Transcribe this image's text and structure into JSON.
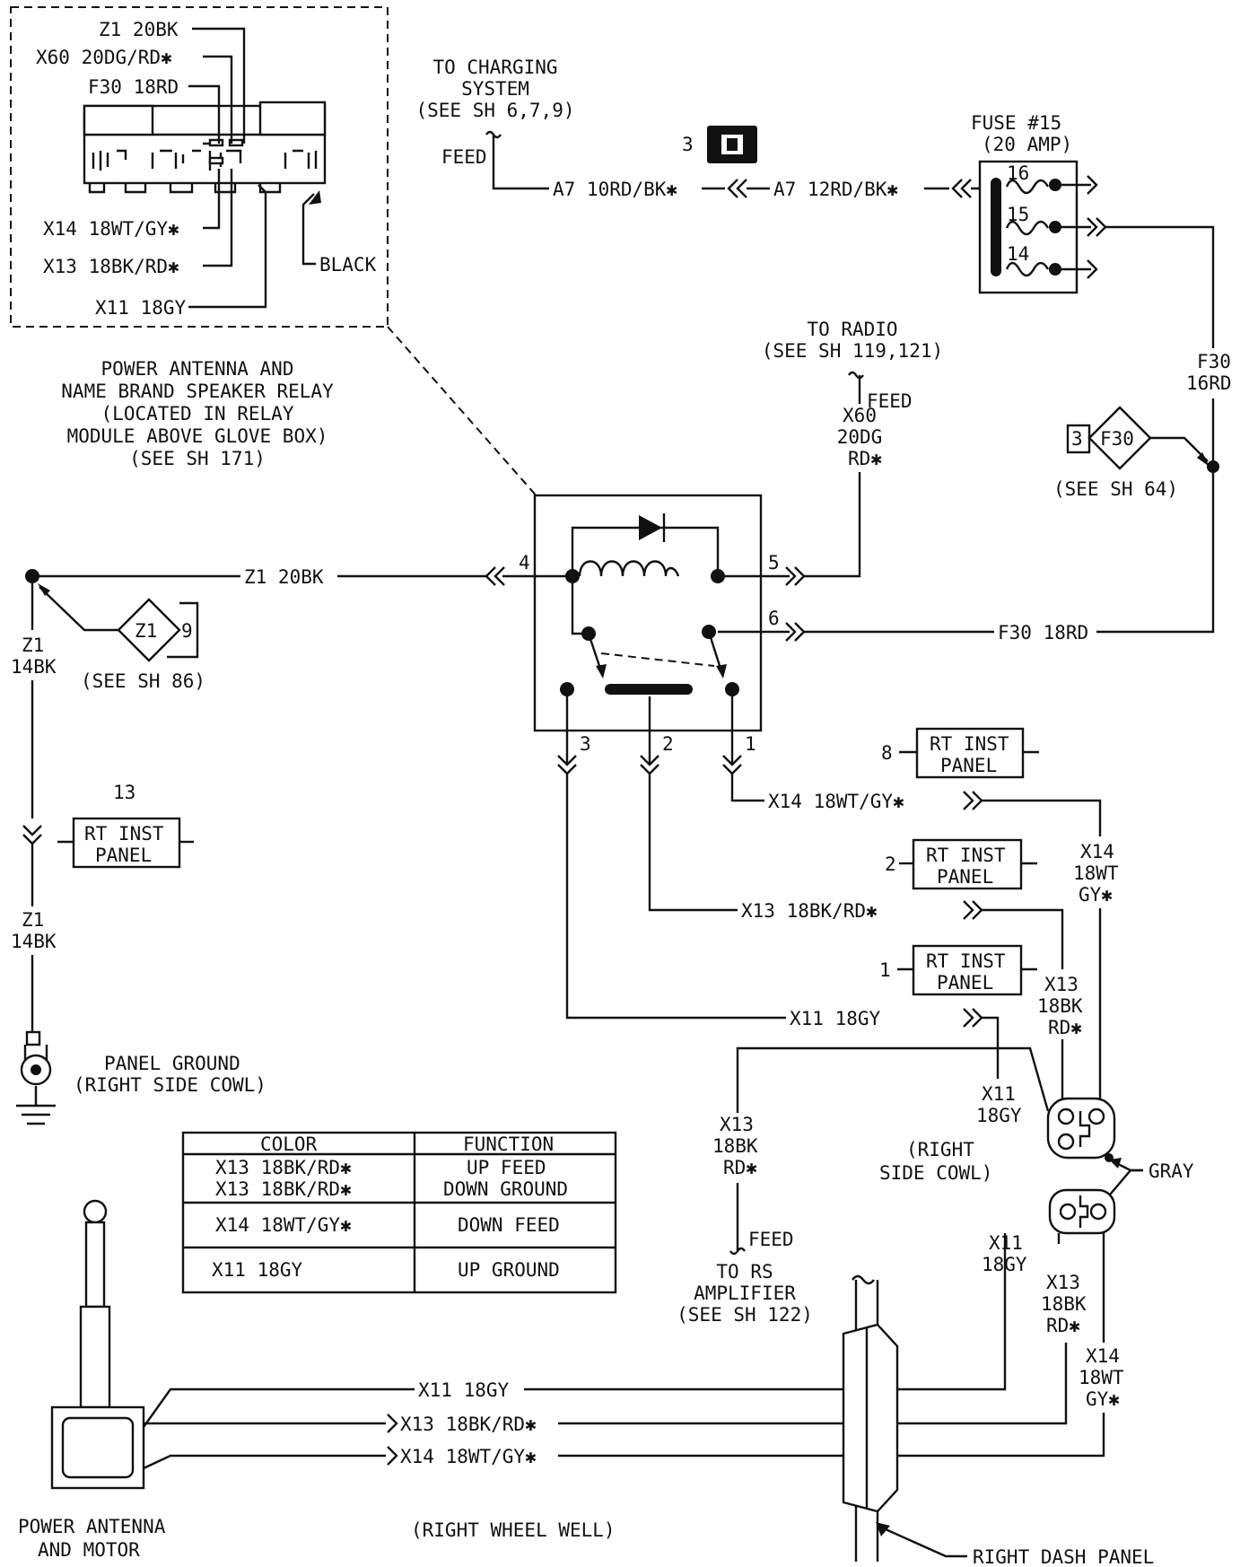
{
  "relay_inset": {
    "z1": "Z1 20BK",
    "x60": "X60 20DG/RD✱",
    "f30": "F30 18RD",
    "x14": "X14 18WT/GY✱",
    "x13": "X13 18BK/RD✱",
    "x11": "X11 18GY",
    "black": "BLACK"
  },
  "relay_caption": [
    "POWER ANTENNA AND",
    "NAME BRAND SPEAKER RELAY",
    "(LOCATED IN RELAY",
    "MODULE ABOVE GLOVE BOX)",
    "(SEE SH 171)"
  ],
  "charging": {
    "lines": [
      "TO CHARGING",
      "SYSTEM",
      "(SEE SH 6,7,9)"
    ],
    "feed": "FEED",
    "wire1": "A7 10RD/BK✱",
    "wire2": "A7 12RD/BK✱",
    "connector_num": "3"
  },
  "fuse": {
    "title": "FUSE #15",
    "rating": "(20 AMP)",
    "pins": [
      "16",
      "15",
      "14"
    ]
  },
  "radio": {
    "lines": [
      "TO RADIO",
      "(SEE SH 119,121)"
    ],
    "feed": "FEED",
    "wire": [
      "X60",
      "20DG",
      "RD✱"
    ]
  },
  "f30_right": [
    "F30",
    "16RD"
  ],
  "splice_f30": {
    "label": "F30",
    "num": "3",
    "ref": "(SEE SH 64)"
  },
  "relay_pins": {
    "p1": "1",
    "p2": "2",
    "p3": "3",
    "p4": "4",
    "p5": "5",
    "p6": "6"
  },
  "wires": {
    "z1_main": "Z1 20BK",
    "f30_main": "F30 18RD",
    "x14_main": "X14 18WT/GY✱",
    "x13_main": "X13 18BK/RD✱",
    "x11_main": "X11 18GY"
  },
  "ground": {
    "splice_label": "Z1",
    "splice_num": "9",
    "ref": "(SEE SH 86)",
    "wire_top": [
      "Z1",
      "14BK"
    ],
    "wire_bot": [
      "Z1",
      "14BK"
    ],
    "connector_num": "13",
    "panel": [
      "RT INST",
      "PANEL"
    ],
    "ground_label": [
      "PANEL GROUND",
      "(RIGHT SIDE COWL)"
    ]
  },
  "rt_inst_panels": [
    {
      "num": "8",
      "lines": [
        "RT INST",
        "PANEL"
      ]
    },
    {
      "num": "2",
      "lines": [
        "RT INST",
        "PANEL"
      ]
    },
    {
      "num": "1",
      "lines": [
        "RT INST",
        "PANEL"
      ]
    }
  ],
  "right_wires": {
    "x14_a": [
      "X14",
      "18WT",
      "GY✱"
    ],
    "x13_a": [
      "X13",
      "18BK",
      "RD✱"
    ],
    "x11_a": [
      "X11",
      "18GY"
    ],
    "x13_amp": [
      "X13",
      "18BK",
      "RD✱"
    ],
    "x11_b": [
      "X11",
      "18GY"
    ],
    "x13_b": [
      "X13",
      "18BK",
      "RD✱"
    ],
    "x14_b": [
      "X14",
      "18WT",
      "GY✱"
    ]
  },
  "cowl": {
    "lines": [
      "(RIGHT",
      "SIDE COWL)"
    ],
    "gray": "GRAY"
  },
  "amplifier": {
    "feed": "FEED",
    "lines": [
      "TO RS",
      "AMPLIFIER",
      "(SEE SH 122)"
    ]
  },
  "table": {
    "headers": [
      "COLOR",
      "FUNCTION"
    ],
    "rows": [
      {
        "color": [
          "X13 18BK/RD✱",
          "X13 18BK/RD✱"
        ],
        "function": [
          "UP FEED",
          "DOWN GROUND"
        ]
      },
      {
        "color": [
          "X14 18WT/GY✱"
        ],
        "function": [
          "DOWN FEED"
        ]
      },
      {
        "color": [
          "X11 18GY"
        ],
        "function": [
          "UP GROUND"
        ]
      }
    ]
  },
  "bottom": {
    "x11": "X11 18GY",
    "x13": "X13 18BK/RD✱",
    "x14": "X14 18WT/GY✱",
    "motor": [
      "POWER ANTENNA",
      "AND MOTOR"
    ],
    "wheel_well": "(RIGHT WHEEL WELL)",
    "dash": "RIGHT DASH PANEL"
  }
}
